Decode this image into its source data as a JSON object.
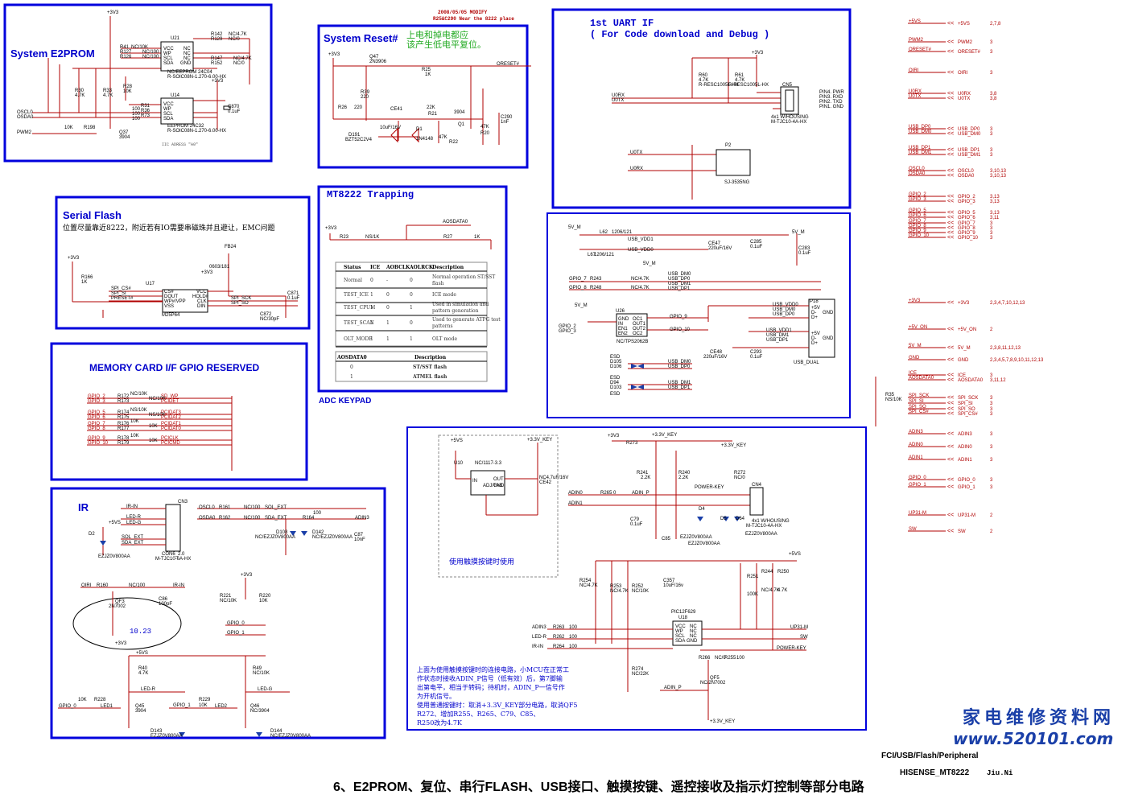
{
  "frames": {
    "e2prom": {
      "title": "System E2PROM"
    },
    "reset": {
      "title": "System Reset#",
      "note": "上电和掉电都应该产生低电平复位。"
    },
    "uart": {
      "title": "1st UART IF",
      "subtitle": "( For Code download and Debug )"
    },
    "trapping": {
      "title": "MT8222 Trapping"
    },
    "serial": {
      "title": "Serial Flash",
      "note": "位置尽量靠近8222，附近若有IO需要串磁珠并且避让，EMC问题"
    },
    "memory": {
      "title": "MEMORY CARD I/F GPIO RESERVED"
    },
    "ir": {
      "title": "IR"
    }
  },
  "modify_note": [
    "2008/05/05 MODIFY",
    "R25&C290 Near the 8222 place"
  ],
  "adc_keypad": "ADC KEYPAD",
  "touch_note_short": "使用触摸按键时使用",
  "touch_note_long": [
    "上面为使用触摸按键时的连接电路，小MCU在正常工",
    "作状态时接收ADIN_P信号（低有效）后，第7脚输",
    "出第电平，相当于转码；待机时，ADIN_P一信号作",
    "为开机信号。",
    "使用普通按键时：取消+3.3V_KEY部分电路，取消QF5",
    "R272、增加R255、R265、C79、C85、",
    "R250改为4.7K"
  ],
  "iic_address": "IIC ADRESS \"A0\"",
  "ellipse_label": "10.23",
  "trap_table": {
    "headers": [
      "Status",
      "ICE",
      "AOBCLK",
      "AOLRCK",
      "Description"
    ],
    "rows": [
      [
        "Normal",
        "0",
        "-",
        "0",
        "Normal operation ST/SST flash"
      ],
      [
        "TEST_ICE",
        "1",
        "0",
        "0",
        "ICE mode"
      ],
      [
        "TEST_CPUM",
        "1",
        "0",
        "1",
        "Used in simulation and pattern generation"
      ],
      [
        "TEST_SCAN",
        "1",
        "1",
        "0",
        "Used to generate ATPG test patterns"
      ],
      [
        "OLT_MODE",
        "1",
        "1",
        "1",
        "OLT mode"
      ]
    ]
  },
  "aos_table": {
    "headers": [
      "AOSDATA0",
      "Description"
    ],
    "rows": [
      [
        "0",
        "ST/SST flash"
      ],
      [
        "1",
        "ATMEL flash"
      ]
    ]
  },
  "right_nets": [
    {
      "l": "+5VS",
      "r": "+5VS",
      "p": "2,7,8"
    },
    {
      "l": "PWM2",
      "r": "PWM2",
      "p": "3"
    },
    {
      "l": "ORESET#",
      "r": "ORESET#",
      "p": "3"
    },
    {
      "l": "OIRI",
      "r": "OIRI",
      "p": "3"
    },
    {
      "l": "U0RX",
      "r": "U0RX",
      "p": "3,8"
    },
    {
      "l": "U0TX",
      "r": "U0TX",
      "p": "3,8"
    },
    {
      "l": "USB_DP0",
      "r": "USB_DP0",
      "p": "3"
    },
    {
      "l": "USB_DM0",
      "r": "USB_DM0",
      "p": "3"
    },
    {
      "l": "USB_DP1",
      "r": "USB_DP1",
      "p": "3"
    },
    {
      "l": "USB_DM1",
      "r": "USB_DM1",
      "p": "3"
    },
    {
      "l": "OSCL0",
      "r": "OSCL0",
      "p": "3,10,13"
    },
    {
      "l": "OSDA0",
      "r": "OSDA0",
      "p": "3,10,13"
    },
    {
      "l": "GPIO_2",
      "r": "GPIO_2",
      "p": "3,13"
    },
    {
      "l": "GPIO_3",
      "r": "GPIO_3",
      "p": "3,13"
    },
    {
      "l": "GPIO_5",
      "r": "GPIO_5",
      "p": "3,13"
    },
    {
      "l": "GPIO_6",
      "r": "GPIO_6",
      "p": "3,11"
    },
    {
      "l": "GPIO_7",
      "r": "GPIO_7",
      "p": "3"
    },
    {
      "l": "GPIO_8",
      "r": "GPIO_8",
      "p": "3"
    },
    {
      "l": "GPIO_9",
      "r": "GPIO_9",
      "p": "3"
    },
    {
      "l": "GPIO_10",
      "r": "GPIO_10",
      "p": "3"
    },
    {
      "l": "+3V3",
      "r": "+3V3",
      "p": "2,3,4,7,10,12,13"
    },
    {
      "l": "+5V_ON",
      "r": "+5V_ON",
      "p": "2"
    },
    {
      "l": "5V_M",
      "r": "5V_M",
      "p": "2,3,8,11,12,13"
    },
    {
      "l": "GND",
      "r": "GND",
      "p": "2,3,4,5,7,8,9,10,11,12,13"
    },
    {
      "l": "ICE",
      "r": "ICE",
      "p": "3"
    },
    {
      "l": "AOSDATA0",
      "r": "AOSDATA0",
      "p": "3,11,12"
    },
    {
      "l": "SPI_SCK",
      "r": "SPI_SCK",
      "p": "3"
    },
    {
      "l": "SPI_SI",
      "r": "SPI_SI",
      "p": "3"
    },
    {
      "l": "SPI_SO",
      "r": "SPI_SO",
      "p": "3"
    },
    {
      "l": "SPI_CS#",
      "r": "SPI_CS#",
      "p": "3"
    },
    {
      "l": "ADIN3",
      "r": "ADIN3",
      "p": "3"
    },
    {
      "l": "ADIN0",
      "r": "ADIN0",
      "p": "3"
    },
    {
      "l": "ADIN1",
      "r": "ADIN1",
      "p": "3"
    },
    {
      "l": "GPIO_0",
      "r": "GPIO_0",
      "p": "3"
    },
    {
      "l": "GPIO_1",
      "r": "GPIO_1",
      "p": "3"
    },
    {
      "l": "UP31-M",
      "r": "UP31-M",
      "p": "2"
    },
    {
      "l": "SW",
      "r": "SW",
      "p": "2"
    }
  ],
  "r35": {
    "ref": "R35",
    "val": "NS/10K"
  },
  "e2prom_parts": {
    "u21": "U21",
    "u21_pins": [
      "VCC",
      "WP",
      "SCL",
      "SDA",
      "NC",
      "NC",
      "NC",
      "GND"
    ],
    "u21_desc": [
      "NC/EEPROM 24C04",
      "R-SOIC08N-1.270-6.00-HX"
    ],
    "u14": "U14",
    "u14_desc": [
      "EEPROM 24C32",
      "R-SOIC08N-1.270-6.00-HX"
    ],
    "labels": [
      "R41",
      "R127",
      "R126",
      "NC/10K",
      "NC/100",
      "NC/100",
      "R142",
      "R129",
      "NC/4.7K",
      "NC/0",
      "R147",
      "R152",
      "NC/4.7K",
      "NC/0",
      "+3V3",
      "R30",
      "4.7K",
      "R33",
      "4.7K",
      "R28",
      "10K",
      "R31",
      "R36",
      "R73",
      "100",
      "100",
      "100",
      "C870",
      "0.1uF",
      "10K",
      "R198",
      "Q37",
      "3904",
      "OSCL0",
      "OSDA0",
      "PWM2",
      "+3V3"
    ]
  },
  "reset_parts": {
    "labels": [
      "+3V3",
      "Q47",
      "2N3906",
      "R39",
      "220",
      "R26",
      "220",
      "R25",
      "1K",
      "ORESET#",
      "CE41",
      "10uF/16V",
      "D191",
      "BZT52C2V4",
      "D1",
      "1N4148",
      "R21",
      "22K",
      "3904",
      "Q1",
      "47K",
      "R22",
      "C290",
      "1nF",
      "47K",
      "R20"
    ]
  },
  "uart_parts": {
    "labels": [
      "+3V3",
      "R60",
      "4.7K",
      "R61",
      "4.7K",
      "R-RESC1005L-HX",
      "R-RESC1005L-HX",
      "CN5",
      "4x1 W/HOUSING",
      "M-TJC10-4A-HX",
      "U0RX",
      "U0TX",
      "PIN4. PWR",
      "PIN3. RXD",
      "PIN2. TXD",
      "PIN1. GND",
      "P2",
      "U0TX",
      "U0RX",
      "SJ-3535NG"
    ]
  },
  "usb_parts": {
    "labels": [
      "5V_M",
      "L62",
      "1206/121",
      "L67",
      "1206/121",
      "USB_VDD1",
      "USB_VDD0",
      "CE47",
      "220uF/16V",
      "C285",
      "0.1uF",
      "5V_M",
      "C283",
      "0.1uF",
      "5V_M",
      "GPIO_7",
      "GPIO_8",
      "R243",
      "R248",
      "NC/4.7K",
      "NC/4.7K",
      "USB_DM0",
      "USB_DP0",
      "USB_DM1",
      "USB_DP1",
      "5V_M",
      "U26",
      "GND",
      "IN",
      "EN1",
      "EN2",
      "OC1",
      "OUT1",
      "OUT2",
      "OC2",
      "NC/TPS2062B",
      "GPIO_2",
      "GPIO_3",
      "GPIO_9",
      "GPIO_10",
      "CE48",
      "220uF/16V",
      "C293",
      "0.1uF",
      "P18",
      "+5V",
      "D-",
      "D+",
      "GND",
      "+5V",
      "D-",
      "D+",
      "GND",
      "USB_DUAL",
      "USB_VDD0",
      "USB_DM0",
      "USB_DP0",
      "USB_VDD1",
      "USB_DM1",
      "USB_DP1",
      "ESD",
      "D105",
      "D106",
      "ESD",
      "D94",
      "D103",
      "ESD",
      "USB_DM0",
      "USB_DP0",
      "USB_DM1",
      "USB_DP1"
    ]
  },
  "trap_parts": {
    "labels": [
      "+3V3",
      "R23",
      "NS/1K",
      "R27",
      "1K",
      "AOSDATA0"
    ]
  },
  "serial_parts": {
    "labels": [
      "+3V3",
      "R166",
      "1K",
      "U17",
      "CS#",
      "DOUT",
      "WP#/VPP",
      "VSS",
      "VCC",
      "HOLD#",
      "CLK",
      "DIN",
      "M25P64",
      "SPI_CS#",
      "SPI_SI",
      "PRESET#",
      "SPI_SCK",
      "SPI_SO",
      "FB24",
      "0603/181",
      "+3V3",
      "C871",
      "0.1uF",
      "C872",
      "NC/30pF"
    ]
  },
  "memory_parts": {
    "rows": [
      [
        "GPIO_2",
        "R172",
        "NC/10K",
        "SD_WP"
      ],
      [
        "GPIO_3",
        "R173",
        "NC/10K",
        "PCIDET"
      ],
      [
        "GPIO_5",
        "R174",
        "NS/10K",
        "PCIDAT3"
      ],
      [
        "GPIO_6",
        "R175",
        "NS/10K",
        "PCIDAT2"
      ],
      [
        "GPIO_7",
        "R176",
        "10K",
        "PCIDAT1"
      ],
      [
        "GPIO_8",
        "R177",
        "10K",
        "PCIDAT0"
      ],
      [
        "GPIO_9",
        "R178",
        "10K",
        "PCICLK"
      ],
      [
        "GPIO_10",
        "R179",
        "10K",
        "PCICMD"
      ]
    ]
  },
  "ir_parts": {
    "labels": [
      "CN3",
      "IR-IN",
      "LED-R",
      "LED-G",
      "SOL_EXT",
      "SDA_EXT",
      "+5VS",
      "D2",
      "EZJZ0V800AA",
      "CON6_2.0",
      "M-TJC10-6A-HX",
      "OSCL0",
      "OSDA0",
      "R161",
      "R162",
      "NC/100",
      "NC/100",
      "SOL_EXT",
      "SDA_EXT",
      "R164",
      "100",
      "ADIN3",
      "D108",
      "D142",
      "NC/EZJZ0V800AA",
      "NC/EZJZ0V800AA",
      "C87",
      "10nF",
      "OIRI",
      "R160",
      "NC/100",
      "IR-IN",
      "QF3",
      "2N7002",
      "C86",
      "100pF",
      "+3V3",
      "+3V3",
      "R221",
      "NC/10K",
      "R220",
      "10K",
      "GPIO_0",
      "GPIO_1",
      "+5VS",
      "R40",
      "4.7K",
      "R49",
      "NC/10K",
      "LED-R",
      "LED-G",
      "GPIO_0",
      "10K",
      "R228",
      "LED1",
      "Q45",
      "3904",
      "GPIO_1",
      "R229",
      "10K",
      "LED2",
      "Q46",
      "NC/3904",
      "D143",
      "EZJZ0V800AA",
      "D144",
      "NC/EZJZ0V800AA"
    ]
  },
  "key_parts": {
    "labels": [
      "+5VS",
      "+3.3V_KEY",
      "U10",
      "NC/1117-3.3",
      "IN",
      "OUT",
      "TAB",
      "ADJ/GND",
      "NC4.7uF/16V",
      "CE42",
      "+3V3",
      "R273",
      "+3.3V_KEY",
      "R241",
      "2.2K",
      "R240",
      "2.2K",
      "+3.3V_KEY",
      "R272",
      "NC/0",
      "ADIN0",
      "R265",
      "0",
      "ADIN_P",
      "ADIN1",
      "POWER-KEY",
      "CN4",
      "4x1 W/HOUSING",
      "M-TJC10-4A-HX",
      "D4",
      "D5",
      "D64",
      "C79",
      "0.1uF",
      "C85",
      "EZJZ0V800AA",
      "EZJZ0V800AA",
      "EZJZ0V800AA",
      "+5VS",
      "R254",
      "NC/4.7K",
      "R253",
      "NC/4.7K",
      "R252",
      "NC/10K",
      "C357",
      "10uF/16v",
      "R251",
      "100K",
      "R244",
      "NC/4.7K",
      "R250",
      "4.7K",
      "PIC12F629",
      "U18",
      "VCC",
      "WP",
      "SCL",
      "SDA",
      "NC",
      "NC",
      "NC",
      "GND",
      "UP31-M",
      "SW",
      "ADIN3",
      "LED-R",
      "IR-IN",
      "R263",
      "R262",
      "R264",
      "100",
      "100",
      "100",
      "R274",
      "NC/22K",
      "R266",
      "NC/0",
      "R255",
      "100",
      "POWER-KEY",
      "ADIN_P",
      "QF5",
      "NC/2N7002",
      "+3.3V_KEY"
    ]
  },
  "footer": {
    "fci": "FCI/USB/Flash/Peripheral",
    "model": "HISENSE_MT8222",
    "author": "Jiu.Ni",
    "caption": "6、E2PROM、复位、串行FLASH、USB接口、触摸按键、遥控接收及指示灯控制等部分电路"
  },
  "watermark": {
    "cn": "家电维修资料网",
    "url": "www.520101.com"
  }
}
